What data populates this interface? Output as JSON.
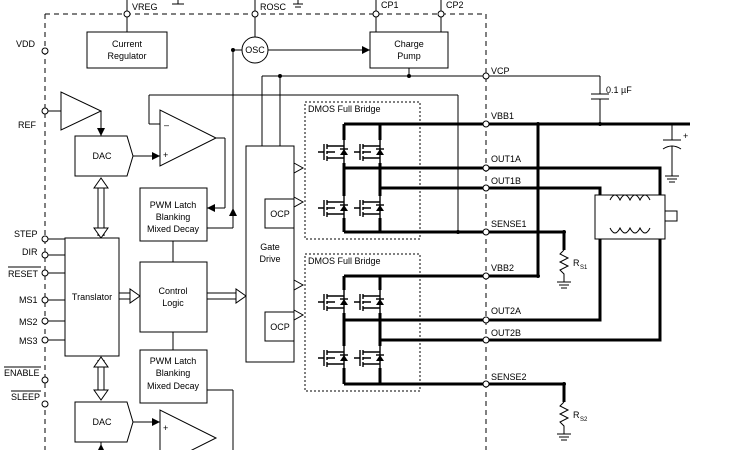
{
  "top_pins": {
    "vreg": "VREG",
    "rosc": "ROSC",
    "cp1": "CP1",
    "cp2": "CP2"
  },
  "left_pins": {
    "vdd": "VDD",
    "ref": "REF",
    "step": "STEP",
    "dir": "DIR",
    "reset": "RESET",
    "ms1": "MS1",
    "ms2": "MS2",
    "ms3": "MS3",
    "enable": "ENABLE",
    "sleep": "SLEEP"
  },
  "blocks": {
    "current_regulator": [
      "Current",
      "Regulator"
    ],
    "osc": "OSC",
    "charge_pump": [
      "Charge",
      "Pump"
    ],
    "dac_top": "DAC",
    "dac_bottom": "DAC",
    "translator": "Translator",
    "control_logic": [
      "Control",
      "Logic"
    ],
    "pwm_latch_top": [
      "PWM Latch",
      "Blanking",
      "Mixed Decay"
    ],
    "pwm_latch_bottom": [
      "PWM Latch",
      "Blanking",
      "Mixed Decay"
    ],
    "gate_drive": [
      "Gate",
      "Drive"
    ],
    "ocp_top": "OCP",
    "ocp_bottom": "OCP",
    "bridge_top": "DMOS Full Bridge",
    "bridge_bottom": "DMOS Full Bridge"
  },
  "right_pins": {
    "vcp": "VCP",
    "vbb1": "VBB1",
    "out1a": "OUT1A",
    "out1b": "OUT1B",
    "sense1": "SENSE1",
    "vbb2": "VBB2",
    "out2a": "OUT2A",
    "out2b": "OUT2B",
    "sense2": "SENSE2"
  },
  "external": {
    "cap_value": "0.1 µF",
    "plus": "+",
    "rs1_main": "R",
    "rs1_sub": "S1",
    "rs2_main": "R",
    "rs2_sub": "S2"
  },
  "op_amp_signs": {
    "minus": "–",
    "plus": "+"
  }
}
